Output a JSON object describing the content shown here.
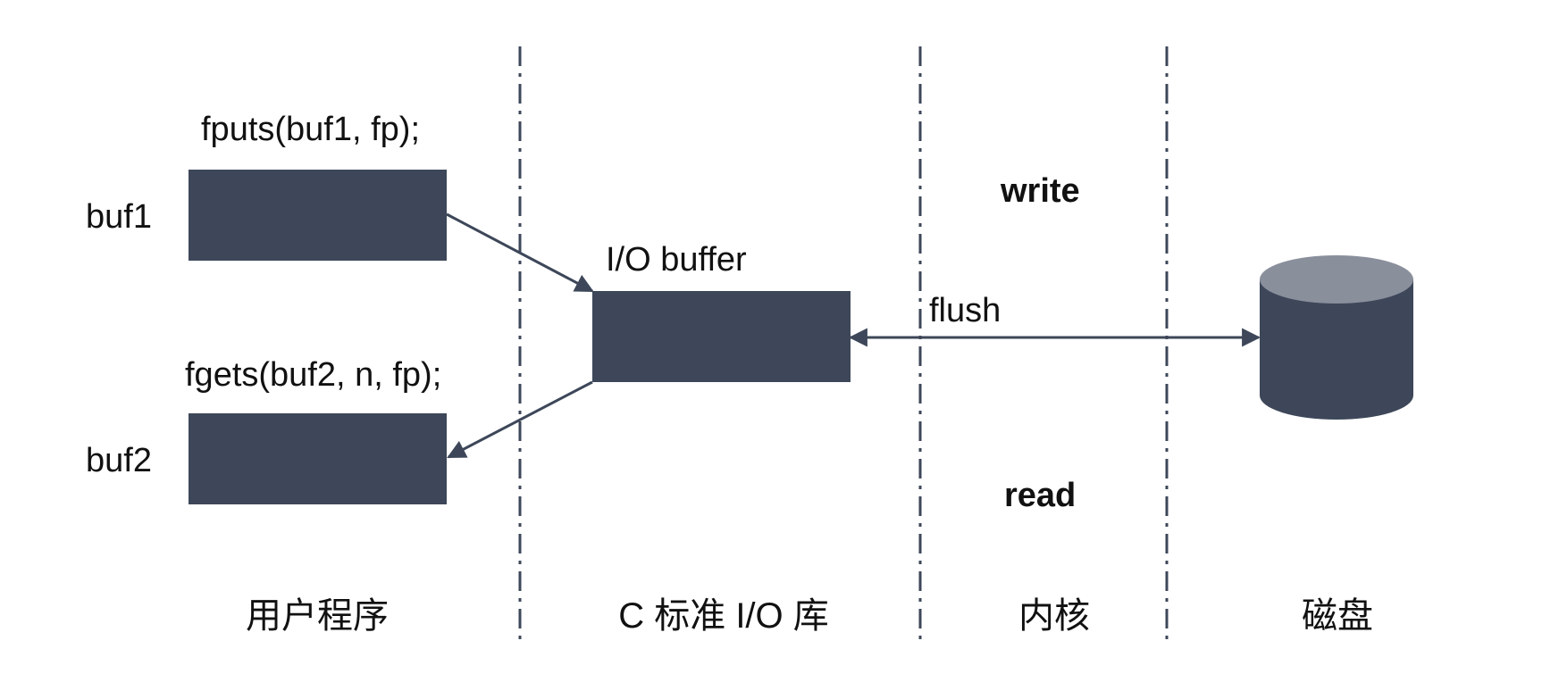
{
  "colors": {
    "box_fill": "#3d4759",
    "disk_top": "#8a8f9c",
    "line": "#3d4759",
    "divider": "#3d4759"
  },
  "user_program": {
    "fputs_call": "fputs(buf1, fp);",
    "buf1_label": "buf1",
    "fgets_call": "fgets(buf2, n, fp);",
    "buf2_label": "buf2",
    "column_label": "用户程序"
  },
  "c_stdio": {
    "buffer_label": "I/O buffer",
    "column_label": "C 标准 I/O 库"
  },
  "kernel": {
    "write_label": "write",
    "flush_label": "flush",
    "read_label": "read",
    "column_label": "内核"
  },
  "disk": {
    "icon": "disk-cylinder-icon",
    "column_label": "磁盘"
  }
}
